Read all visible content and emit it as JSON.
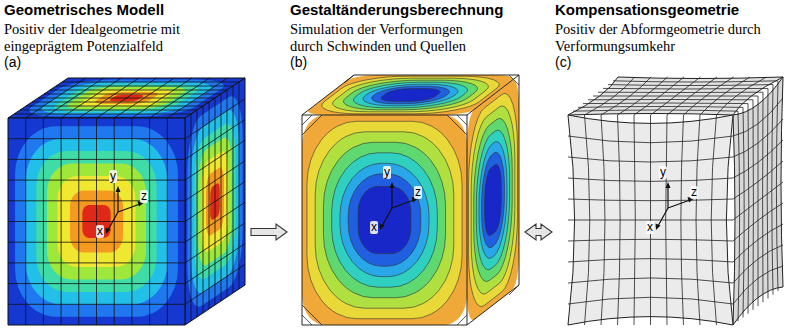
{
  "diagram": {
    "nodes": [
      {
        "text": [
          "Geometrisches Modell",
          "Positiv der Idealgeometrie mit eingeprägtem Potenzialfeld"
        ]
      },
      {
        "text": [
          "Gestaltänderungsberechnung",
          "Simulation der Verformungen durch Schwinden und Quellen"
        ]
      },
      {
        "text": [
          "Kompensationsgeometrie",
          "Positiv der Abformgeometrie durch Verformungsumkehr"
        ]
      }
    ],
    "edges": [
      {
        "from": 0,
        "to": 1,
        "arrow": "to"
      },
      {
        "from": 1,
        "to": 2,
        "arrow": "both"
      }
    ],
    "labels": [
      "(a)",
      "y",
      "z",
      "x",
      "(b)",
      "y",
      "z",
      "x",
      "(c)",
      "y",
      "z",
      "x"
    ]
  }
}
